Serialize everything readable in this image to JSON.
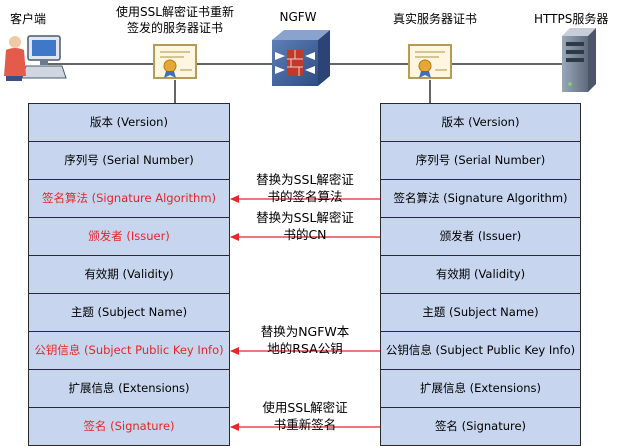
{
  "labels": {
    "client": "客户端",
    "resigned_cert": [
      "使用SSL解密证书重新",
      "签发的服务器证书"
    ],
    "ngfw": "NGFW",
    "real_cert": "真实服务器证书",
    "https_server": "HTTPS服务器"
  },
  "left_fields": [
    {
      "text": "版本 (Version)",
      "modified": false
    },
    {
      "text": "序列号 (Serial Number)",
      "modified": false
    },
    {
      "text": "签名算法 (Signature Algorithm)",
      "modified": true
    },
    {
      "text": "颁发者 (Issuer)",
      "modified": true
    },
    {
      "text": "有效期 (Validity)",
      "modified": false
    },
    {
      "text": "主题 (Subject Name)",
      "modified": false
    },
    {
      "text": "公钥信息 (Subject Public Key Info)",
      "modified": true
    },
    {
      "text": "扩展信息 (Extensions)",
      "modified": false
    },
    {
      "text": "签名 (Signature)",
      "modified": true
    }
  ],
  "right_fields": [
    "版本 (Version)",
    "序列号 (Serial Number)",
    "签名算法 (Signature Algorithm)",
    "颁发者 (Issuer)",
    "有效期 (Validity)",
    "主题 (Subject Name)",
    "公钥信息 (Subject Public Key Info)",
    "扩展信息 (Extensions)",
    "签名 (Signature)"
  ],
  "notes": [
    {
      "row": 2,
      "lines": [
        "替换为SSL解密证",
        "书的签名算法"
      ]
    },
    {
      "row": 3,
      "lines": [
        "替换为SSL解密证",
        "书的CN"
      ]
    },
    {
      "row": 6,
      "lines": [
        "替换为NGFW本",
        "地的RSA公钥"
      ]
    },
    {
      "row": 8,
      "lines": [
        "使用SSL解密证",
        "书重新签名"
      ]
    }
  ],
  "colors": {
    "cell_fill": "#c7d6ee",
    "modified_text": "#e8252a",
    "arrow": "#e8252a"
  }
}
